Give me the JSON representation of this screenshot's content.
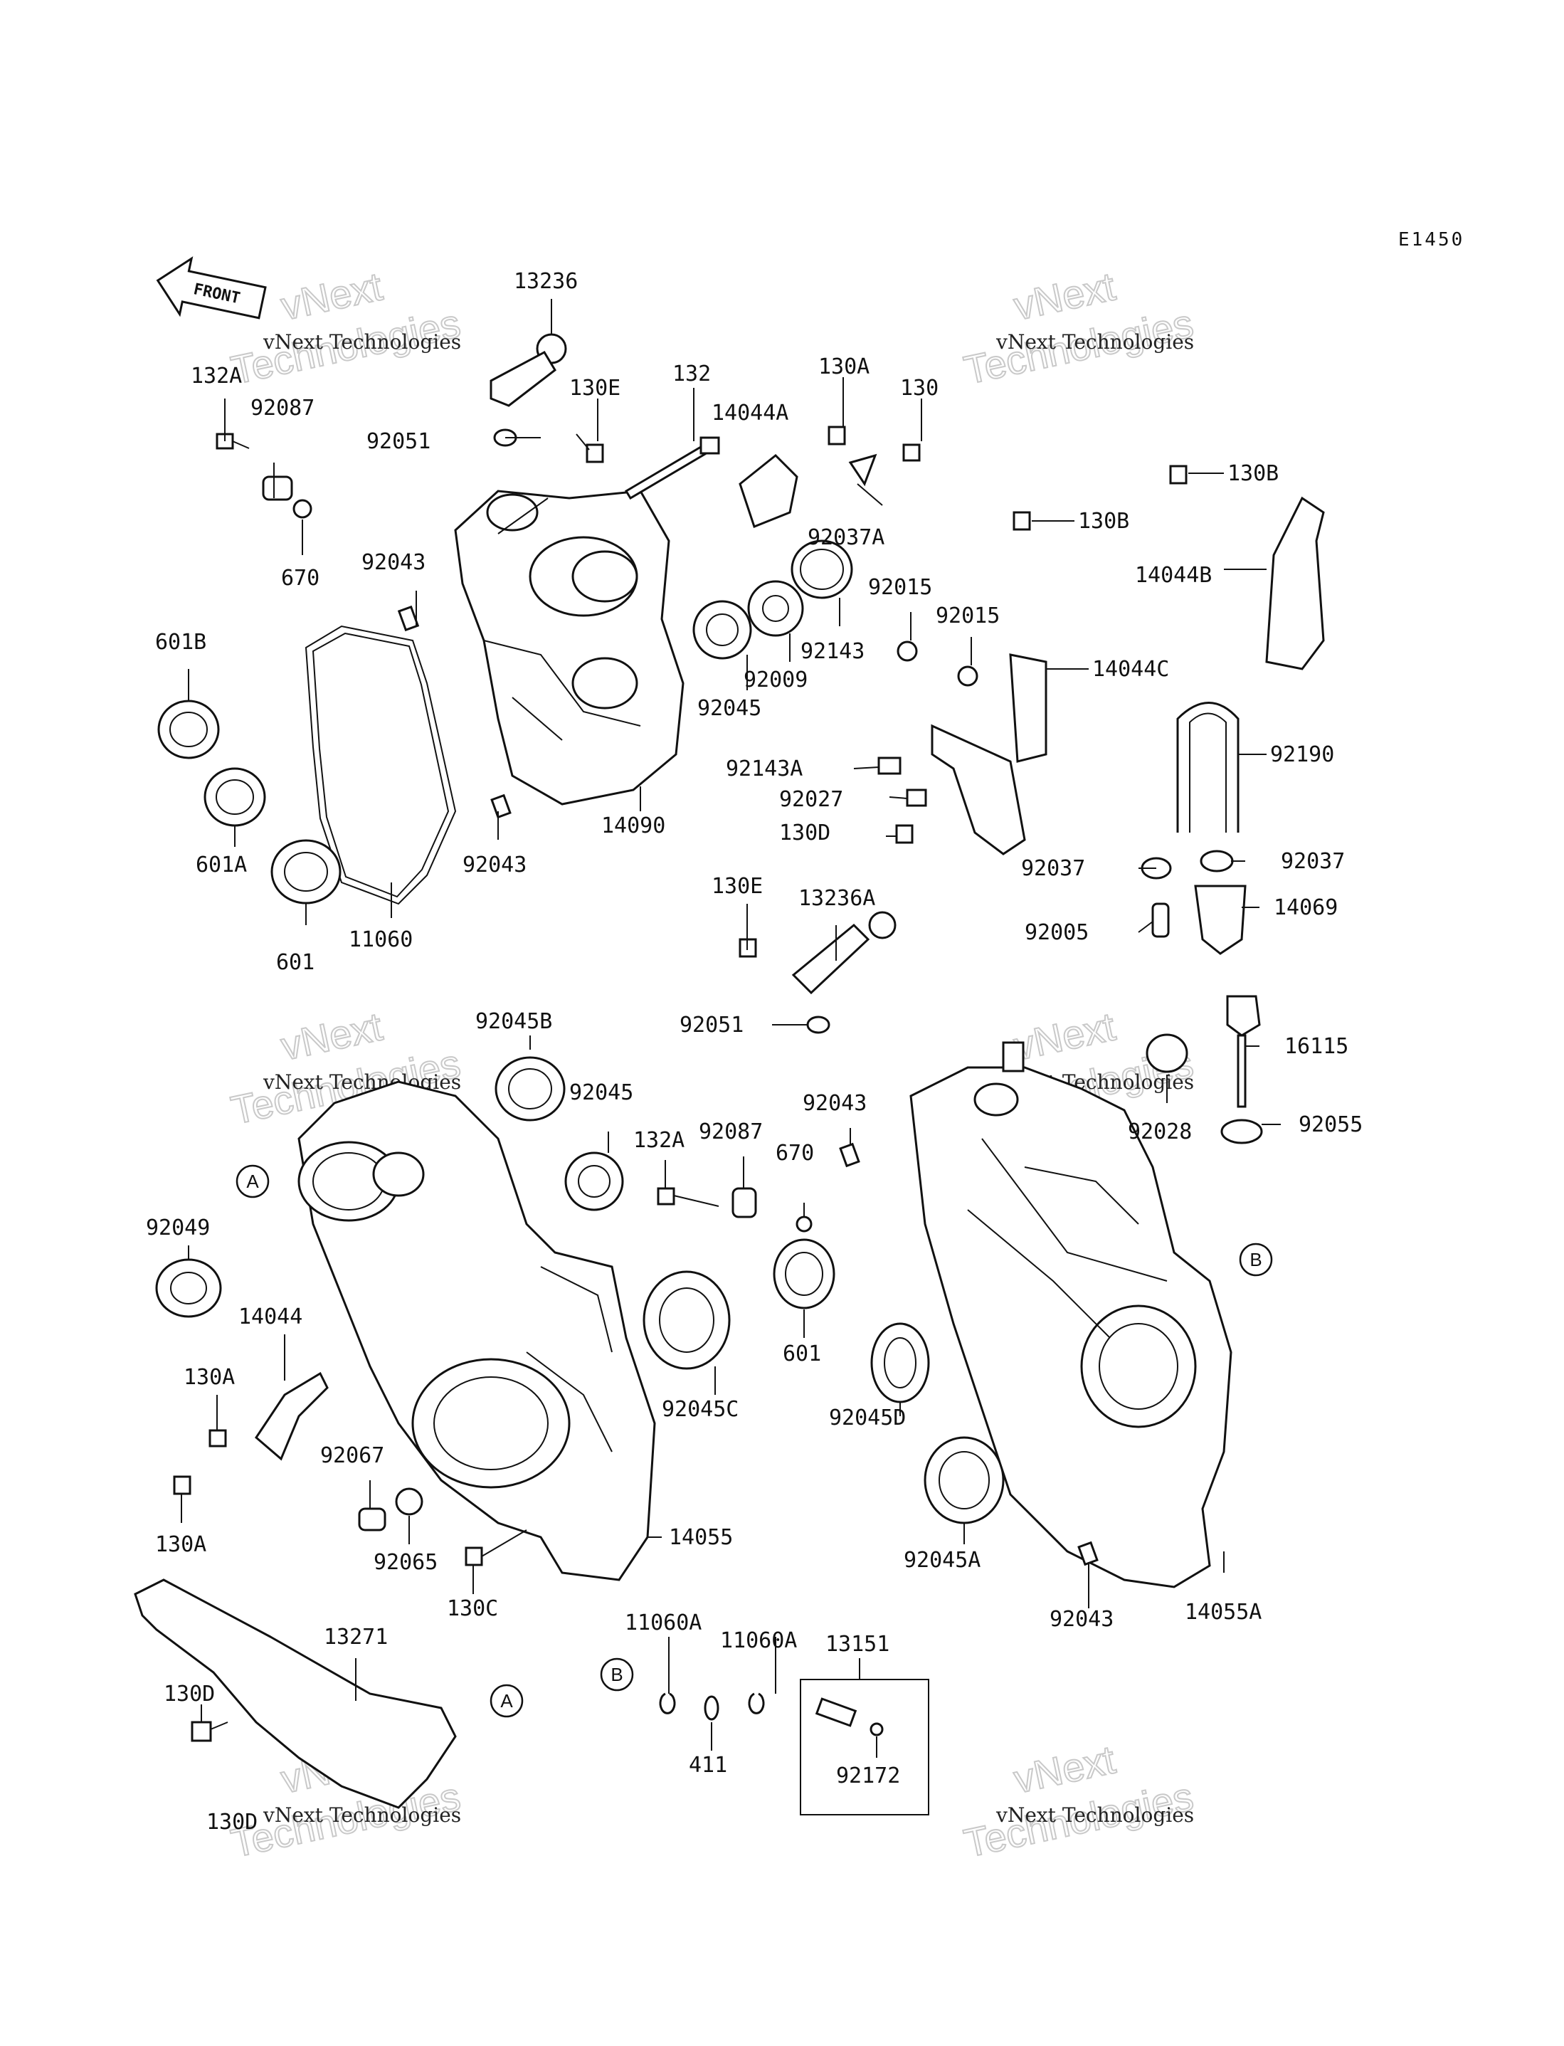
{
  "diagram_code": "E1450",
  "front_label": "FRONT",
  "watermark": {
    "line1": "vNext",
    "line2": "Technologies",
    "caption": "vNext Technologies"
  },
  "callouts": {
    "a": "A",
    "b": "B"
  },
  "parts": {
    "p13236": "13236",
    "p132A_top": "132A",
    "p92087_top": "92087",
    "p130E_top": "130E",
    "p132": "132",
    "p130A_top": "130A",
    "p130": "130",
    "p14044A": "14044A",
    "p92051_top": "92051",
    "p92037A": "92037A",
    "p130B_1": "130B",
    "p130B_2": "130B",
    "p670_top": "670",
    "p92043_top": "92043",
    "p92015_1": "92015",
    "p92015_2": "92015",
    "p14044B": "14044B",
    "p601B": "601B",
    "p92143": "92143",
    "p92009": "92009",
    "p14044C": "14044C",
    "p92045_top": "92045",
    "p92190": "92190",
    "p92143A": "92143A",
    "p92027": "92027",
    "p601A": "601A",
    "p14090": "14090",
    "p130D_mid": "130D",
    "p92043_mid": "92043",
    "p92037_l": "92037",
    "p92037_r": "92037",
    "p11060": "11060",
    "p601_left": "601",
    "p130E_mid": "130E",
    "p13236A": "13236A",
    "p14069": "14069",
    "p92005": "92005",
    "p92045B": "92045B",
    "p92051_mid": "92051",
    "p16115": "16115",
    "p92045_mid": "92045",
    "p92043_r": "92043",
    "p92055": "92055",
    "p132A_mid": "132A",
    "p92087_mid": "92087",
    "p670_mid": "670",
    "p92028": "92028",
    "p92049": "92049",
    "p14044": "14044",
    "p130A_l1": "130A",
    "p601_mid": "601",
    "p92045C": "92045C",
    "p92045D": "92045D",
    "p92067": "92067",
    "p130A_l2": "130A",
    "p14055": "14055",
    "p92065": "92065",
    "p92045A": "92045A",
    "p92043_bot": "92043",
    "p14055A": "14055A",
    "p130C": "130C",
    "p13271": "13271",
    "p11060A_1": "11060A",
    "p11060A_2": "11060A",
    "p13151": "13151",
    "p130D_bot": "130D",
    "p411": "411",
    "p92172": "92172",
    "p130D_bot2": "130D"
  }
}
